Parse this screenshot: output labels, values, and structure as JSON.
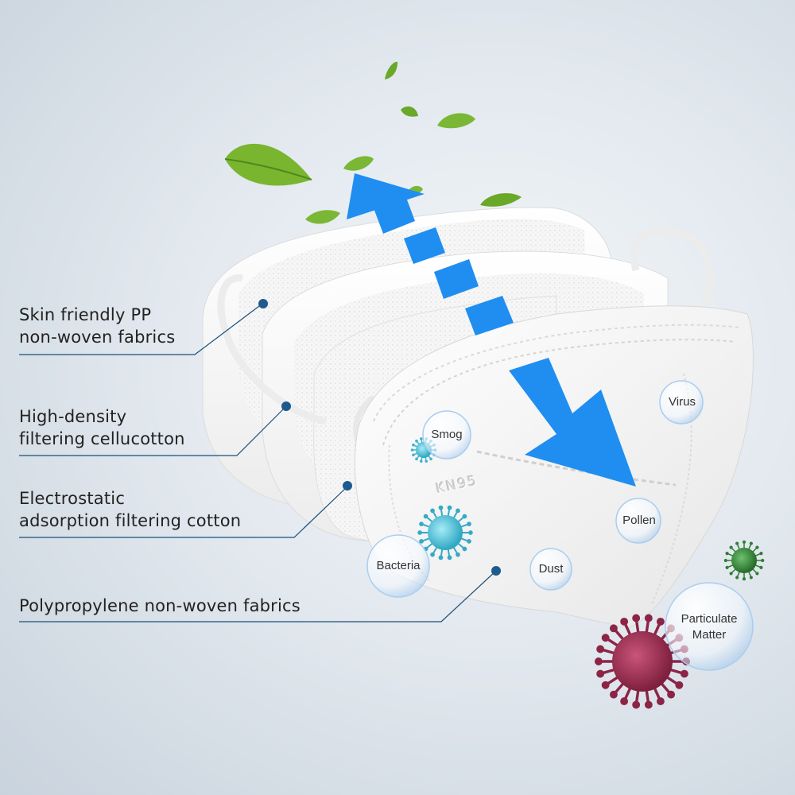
{
  "layers": [
    {
      "line1": "Skin friendly PP",
      "line2": "non-woven fabrics"
    },
    {
      "line1": "High-density",
      "line2": "filtering cellucotton"
    },
    {
      "line1": "Electrostatic",
      "line2": "adsorption filtering cotton"
    },
    {
      "line1": "Polypropylene non-woven fabrics"
    }
  ],
  "mask_mark": "KN95",
  "particles": {
    "smog": "Smog",
    "virus": "Virus",
    "pollen": "Pollen",
    "bacteria": "Bacteria",
    "dust": "Dust",
    "particulate_line1": "Particulate",
    "particulate_line2": "Matter"
  },
  "colors": {
    "arrow": "#1f8ef0",
    "leader_line": "#1a4f7a",
    "dot": "#1e5a8e",
    "leaf": "#6aa82a",
    "germ_cyan": "#4cc2d8",
    "germ_green": "#3a8a3a",
    "germ_red": "#9c2a4e"
  },
  "icons": [
    "leaf-icon",
    "germ-icon",
    "up-arrow-icon",
    "down-arrow-icon"
  ]
}
